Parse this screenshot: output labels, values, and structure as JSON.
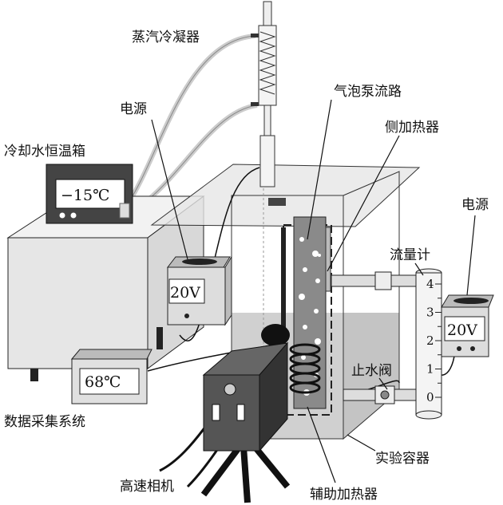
{
  "labels": {
    "condenser": "蒸汽冷凝器",
    "power_left": "电源",
    "cooling_bath": "冷却水恒温箱",
    "bubble_pump_path": "气泡泵流路",
    "side_heater": "侧加热器",
    "power_right": "电源",
    "flowmeter": "流量计",
    "stop_valve": "止水阀",
    "data_acquisition": "数据采集系统",
    "container": "实验容器",
    "camera": "高速相机",
    "aux_heater": "辅助加热器"
  },
  "displays": {
    "bath_temp": "−15℃",
    "power_left_voltage": "20V",
    "power_right_voltage": "20V",
    "daq_temp": "68℃"
  },
  "flowmeter_scale": [
    "0",
    "1",
    "2",
    "3",
    "4"
  ]
}
